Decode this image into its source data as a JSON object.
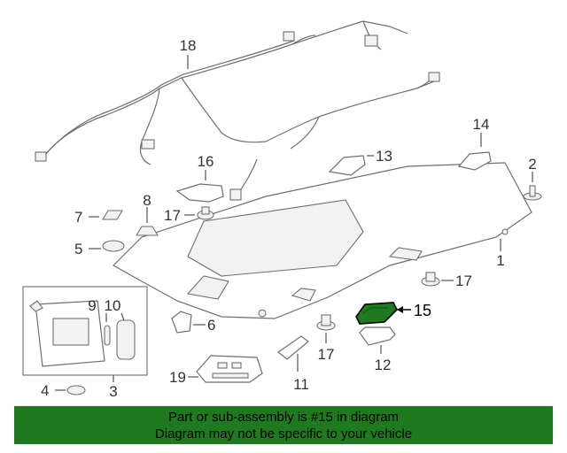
{
  "callouts": {
    "c1": "1",
    "c2": "2",
    "c3": "3",
    "c4": "4",
    "c5": "5",
    "c6": "6",
    "c7": "7",
    "c8": "8",
    "c9": "9",
    "c10": "10",
    "c11": "11",
    "c12": "12",
    "c13": "13",
    "c14": "14",
    "c15": "15",
    "c16": "16",
    "c17a": "17",
    "c17b": "17",
    "c17c": "17",
    "c18": "18",
    "c19": "19"
  },
  "highlight": {
    "part": "15",
    "color": "#1f7a1f"
  },
  "banner": {
    "line1": "Part or sub-assembly is #15 in diagram",
    "line2": "Diagram may not be specific to your vehicle",
    "background": "#1f7a1f"
  }
}
